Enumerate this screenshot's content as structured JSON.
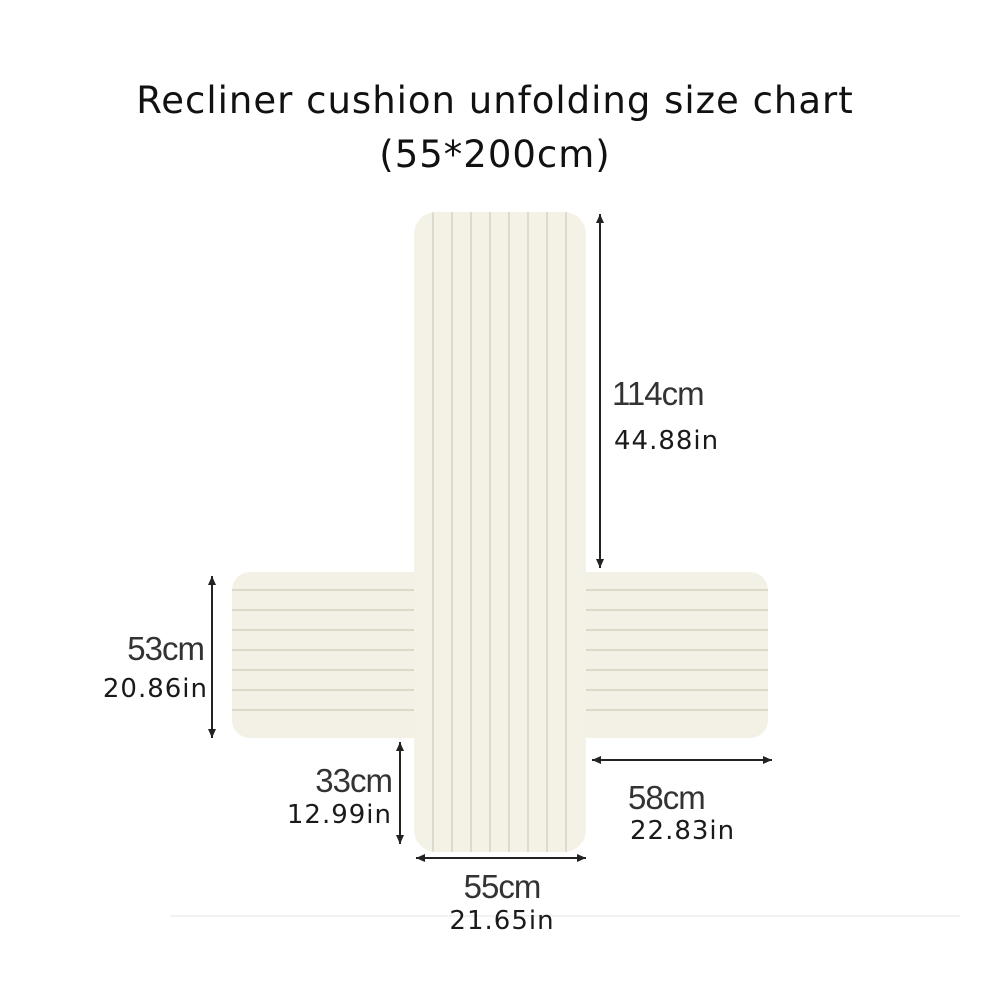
{
  "title": {
    "line1": "Recliner cushion unfolding size chart",
    "line2": "(55*200cm)"
  },
  "colors": {
    "cushion_fill": "#f3f1e6",
    "cushion_stripe": "#dedbcb",
    "arrow": "#222222"
  },
  "dimensions": {
    "back_height": {
      "cm": "114cm",
      "in": "44.88in"
    },
    "arm_height": {
      "cm": "53cm",
      "in": "20.86in"
    },
    "seat_front": {
      "cm": "33cm",
      "in": "12.99in"
    },
    "arm_width": {
      "cm": "58cm",
      "in": "22.83in"
    },
    "seat_width": {
      "cm": "55cm",
      "in": "21.65in"
    }
  }
}
